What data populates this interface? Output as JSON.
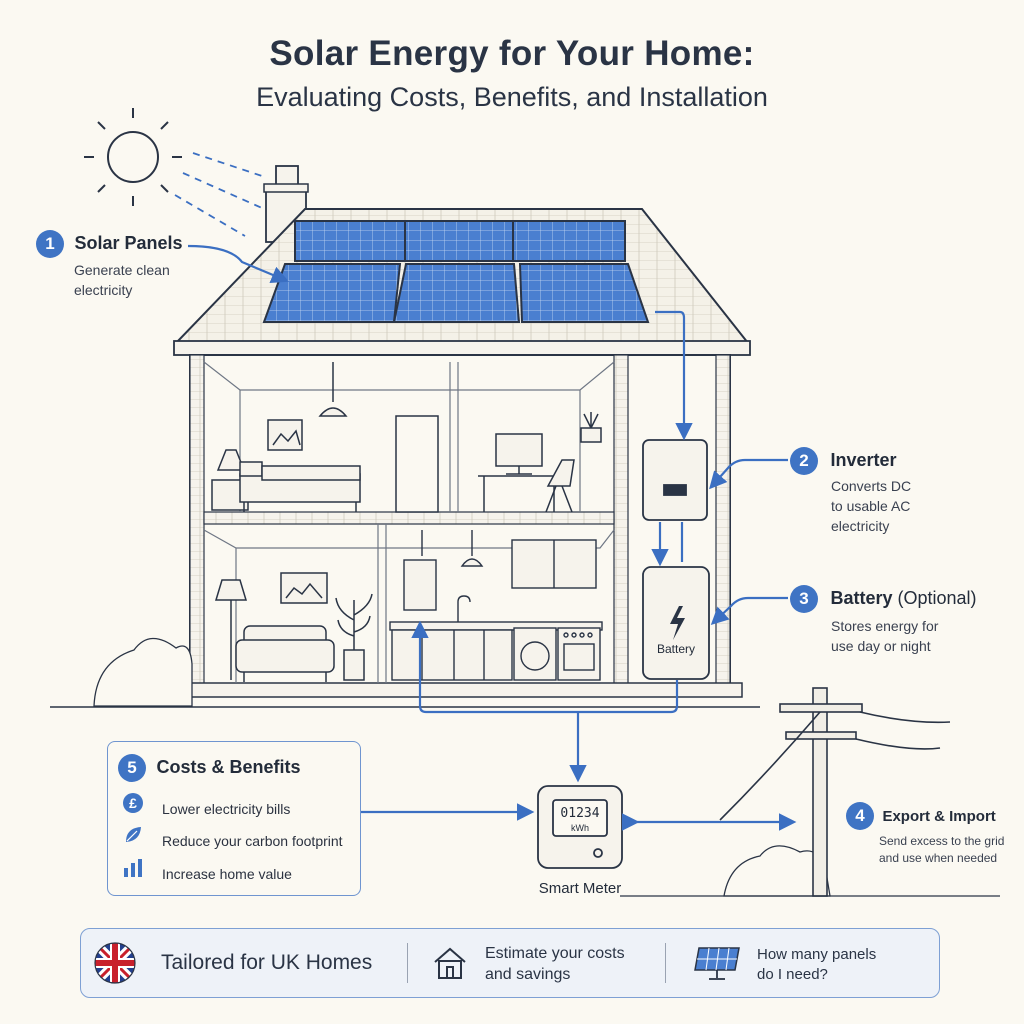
{
  "title": "Solar Energy for Your Home:",
  "subtitle": "Evaluating Costs, Benefits, and Installation",
  "components": [
    {
      "number": "1",
      "title": "Solar Panels",
      "desc": [
        "Generate clean",
        "electricity"
      ]
    },
    {
      "number": "2",
      "title": "Inverter",
      "desc": [
        "Converts DC",
        "to usable AC",
        "electricity"
      ]
    },
    {
      "number": "3",
      "title": "Battery",
      "title_suffix": "(Optional)",
      "desc": [
        "Stores energy for",
        "use day or night"
      ]
    },
    {
      "number": "4",
      "title": "Export & Import",
      "desc": [
        "Send excess to the grid",
        "and use when needed"
      ]
    },
    {
      "number": "5",
      "title": "Costs & Benefits"
    }
  ],
  "costs_benefits": [
    {
      "icon": "pound-icon",
      "text": "Lower electricity bills"
    },
    {
      "icon": "leaf-icon",
      "text": "Reduce your carbon footprint"
    },
    {
      "icon": "bar-chart-icon",
      "text": "Increase home value"
    }
  ],
  "battery_label": "Battery",
  "meter": {
    "reading": "01234",
    "unit": "kWh",
    "label": "Smart Meter"
  },
  "bottom_bar": {
    "item1": "Tailored for UK Homes",
    "item2": [
      "Estimate your costs",
      "and savings"
    ],
    "item3": [
      "How many panels",
      "do I need?"
    ]
  },
  "colors": {
    "accent": "#3f74c4",
    "panel": "#4a7fd0",
    "line": "#3b6fc2",
    "ink": "#2a3445"
  }
}
